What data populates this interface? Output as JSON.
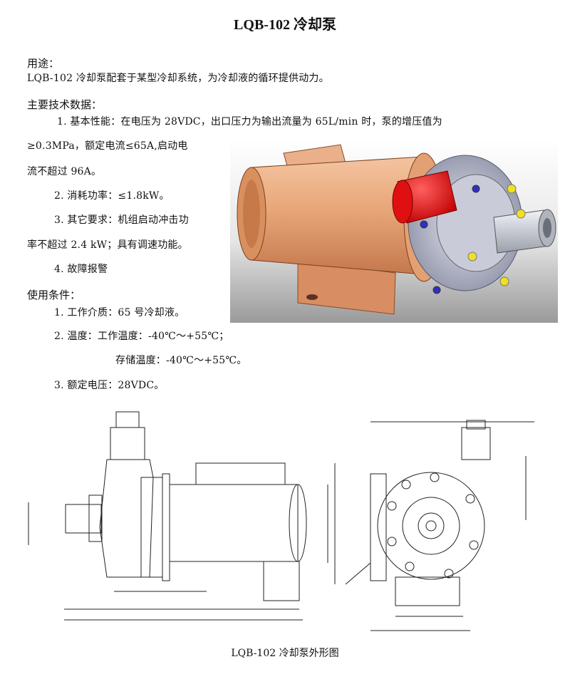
{
  "title": "LQB-102 冷却泵",
  "usage": {
    "heading": "用途：",
    "text": "LQB-102 冷却泵配套于某型冷却系统，为冷却液的循环提供动力。"
  },
  "specs": {
    "heading": "主要技术数据：",
    "item1_line1": "1. 基本性能：在电压为 28VDC，出口压力为输出流量为 65L/min 时，泵的增压值为",
    "item1_line2": "≥0.3MPa，额定电流≤65A,启动电",
    "item1_line3": "流不超过 96A。",
    "item2": "2.  消耗功率：≤1.8kW。",
    "item3_line1": "3.  其它要求：机组启动冲击功",
    "item3_line2": "率不超过 2.4 kW；具有调速功能。",
    "item4": "4.  故障报警"
  },
  "conditions": {
    "heading": "使用条件：",
    "item1": "1.  工作介质：65 号冷却液。",
    "item2_line1": "2.  温度：工作温度：-40℃～+55℃；",
    "item2_line2": "存储温度：-40℃～+55℃。",
    "item3": "3.  额定电压：28VDC。"
  },
  "drawing_caption": "LQB-102 冷却泵外形图",
  "colors": {
    "motor_body": "#e8a679",
    "pump_cap_red": "#e01010",
    "pump_head": "#b8bcd0",
    "fitting": "#c8ccd4",
    "bolt_yellow": "#f0e020"
  }
}
